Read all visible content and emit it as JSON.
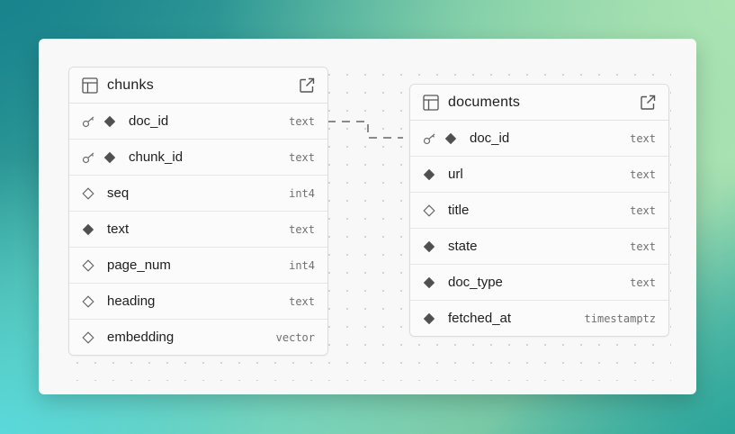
{
  "tables": [
    {
      "name": "chunks",
      "columns": [
        {
          "name": "doc_id",
          "type": "text",
          "key": true,
          "nullable": false
        },
        {
          "name": "chunk_id",
          "type": "text",
          "key": true,
          "nullable": false
        },
        {
          "name": "seq",
          "type": "int4",
          "key": false,
          "nullable": true
        },
        {
          "name": "text",
          "type": "text",
          "key": false,
          "nullable": false
        },
        {
          "name": "page_num",
          "type": "int4",
          "key": false,
          "nullable": true
        },
        {
          "name": "heading",
          "type": "text",
          "key": false,
          "nullable": true
        },
        {
          "name": "embedding",
          "type": "vector",
          "key": false,
          "nullable": true
        }
      ]
    },
    {
      "name": "documents",
      "columns": [
        {
          "name": "doc_id",
          "type": "text",
          "key": true,
          "nullable": false
        },
        {
          "name": "url",
          "type": "text",
          "key": false,
          "nullable": false
        },
        {
          "name": "title",
          "type": "text",
          "key": false,
          "nullable": true
        },
        {
          "name": "state",
          "type": "text",
          "key": false,
          "nullable": false
        },
        {
          "name": "doc_type",
          "type": "text",
          "key": false,
          "nullable": false
        },
        {
          "name": "fetched_at",
          "type": "timestamptz",
          "key": false,
          "nullable": false
        }
      ]
    }
  ],
  "colors": {
    "diamond": "#505050",
    "connector": "#8a8a8a"
  },
  "icons": {
    "table": "table-icon",
    "external": "external-link-icon",
    "key": "key-icon",
    "diamond_filled": "filled-diamond-icon",
    "diamond_outline": "outline-diamond-icon"
  }
}
